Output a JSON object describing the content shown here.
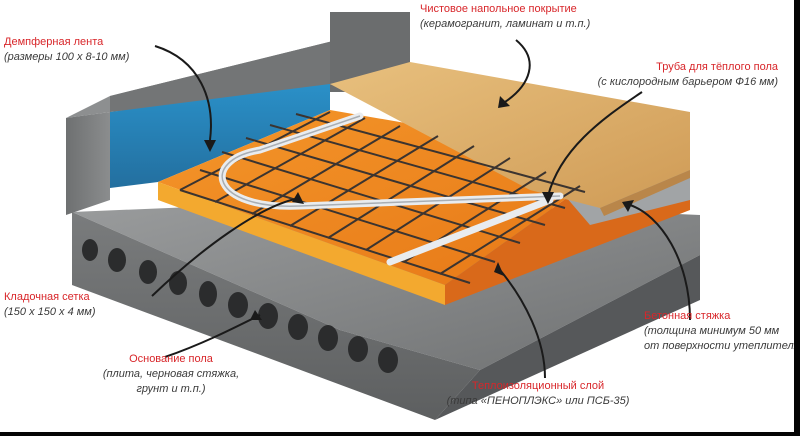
{
  "labels": {
    "damper": {
      "title": "Демпферная лента",
      "sub": [
        "(размеры 100 х 8-10 мм)"
      ]
    },
    "finish": {
      "title": "Чистовое напольное покрытие",
      "sub": [
        "(керамогранит, ламинат и т.п.)"
      ]
    },
    "pipe": {
      "title": "Труба для тёплого пола",
      "sub": [
        "(с кислородным барьером Ф16 мм)"
      ]
    },
    "mesh": {
      "title": "Кладочная сетка",
      "sub": [
        "(150 х 150 х 4 мм)"
      ]
    },
    "screed": {
      "title": "Бетонная стяжка",
      "sub": [
        "(толщина минимум 50 мм",
        "от поверхности утеплителя)"
      ]
    },
    "base": {
      "title": "Основание пола",
      "sub": [
        "(плита, черновая стяжка,",
        "грунт и т.п.)"
      ]
    },
    "insul": {
      "title": "Теплоизоляционный слой",
      "sub": [
        "(типа «ПЕНОПЛЭКС» или ПСБ-35)"
      ]
    }
  },
  "colors": {
    "label_title": "#d8262a",
    "label_sub": "#3a3a3a",
    "concrete": "#7d7f80",
    "insulation": "#f08a1e",
    "damper_tape": "#2f7fb4",
    "screed": "#b9bcbe",
    "wood": "#dcae6c",
    "pipe": "#e9ecef",
    "mesh": "#3b3430"
  }
}
